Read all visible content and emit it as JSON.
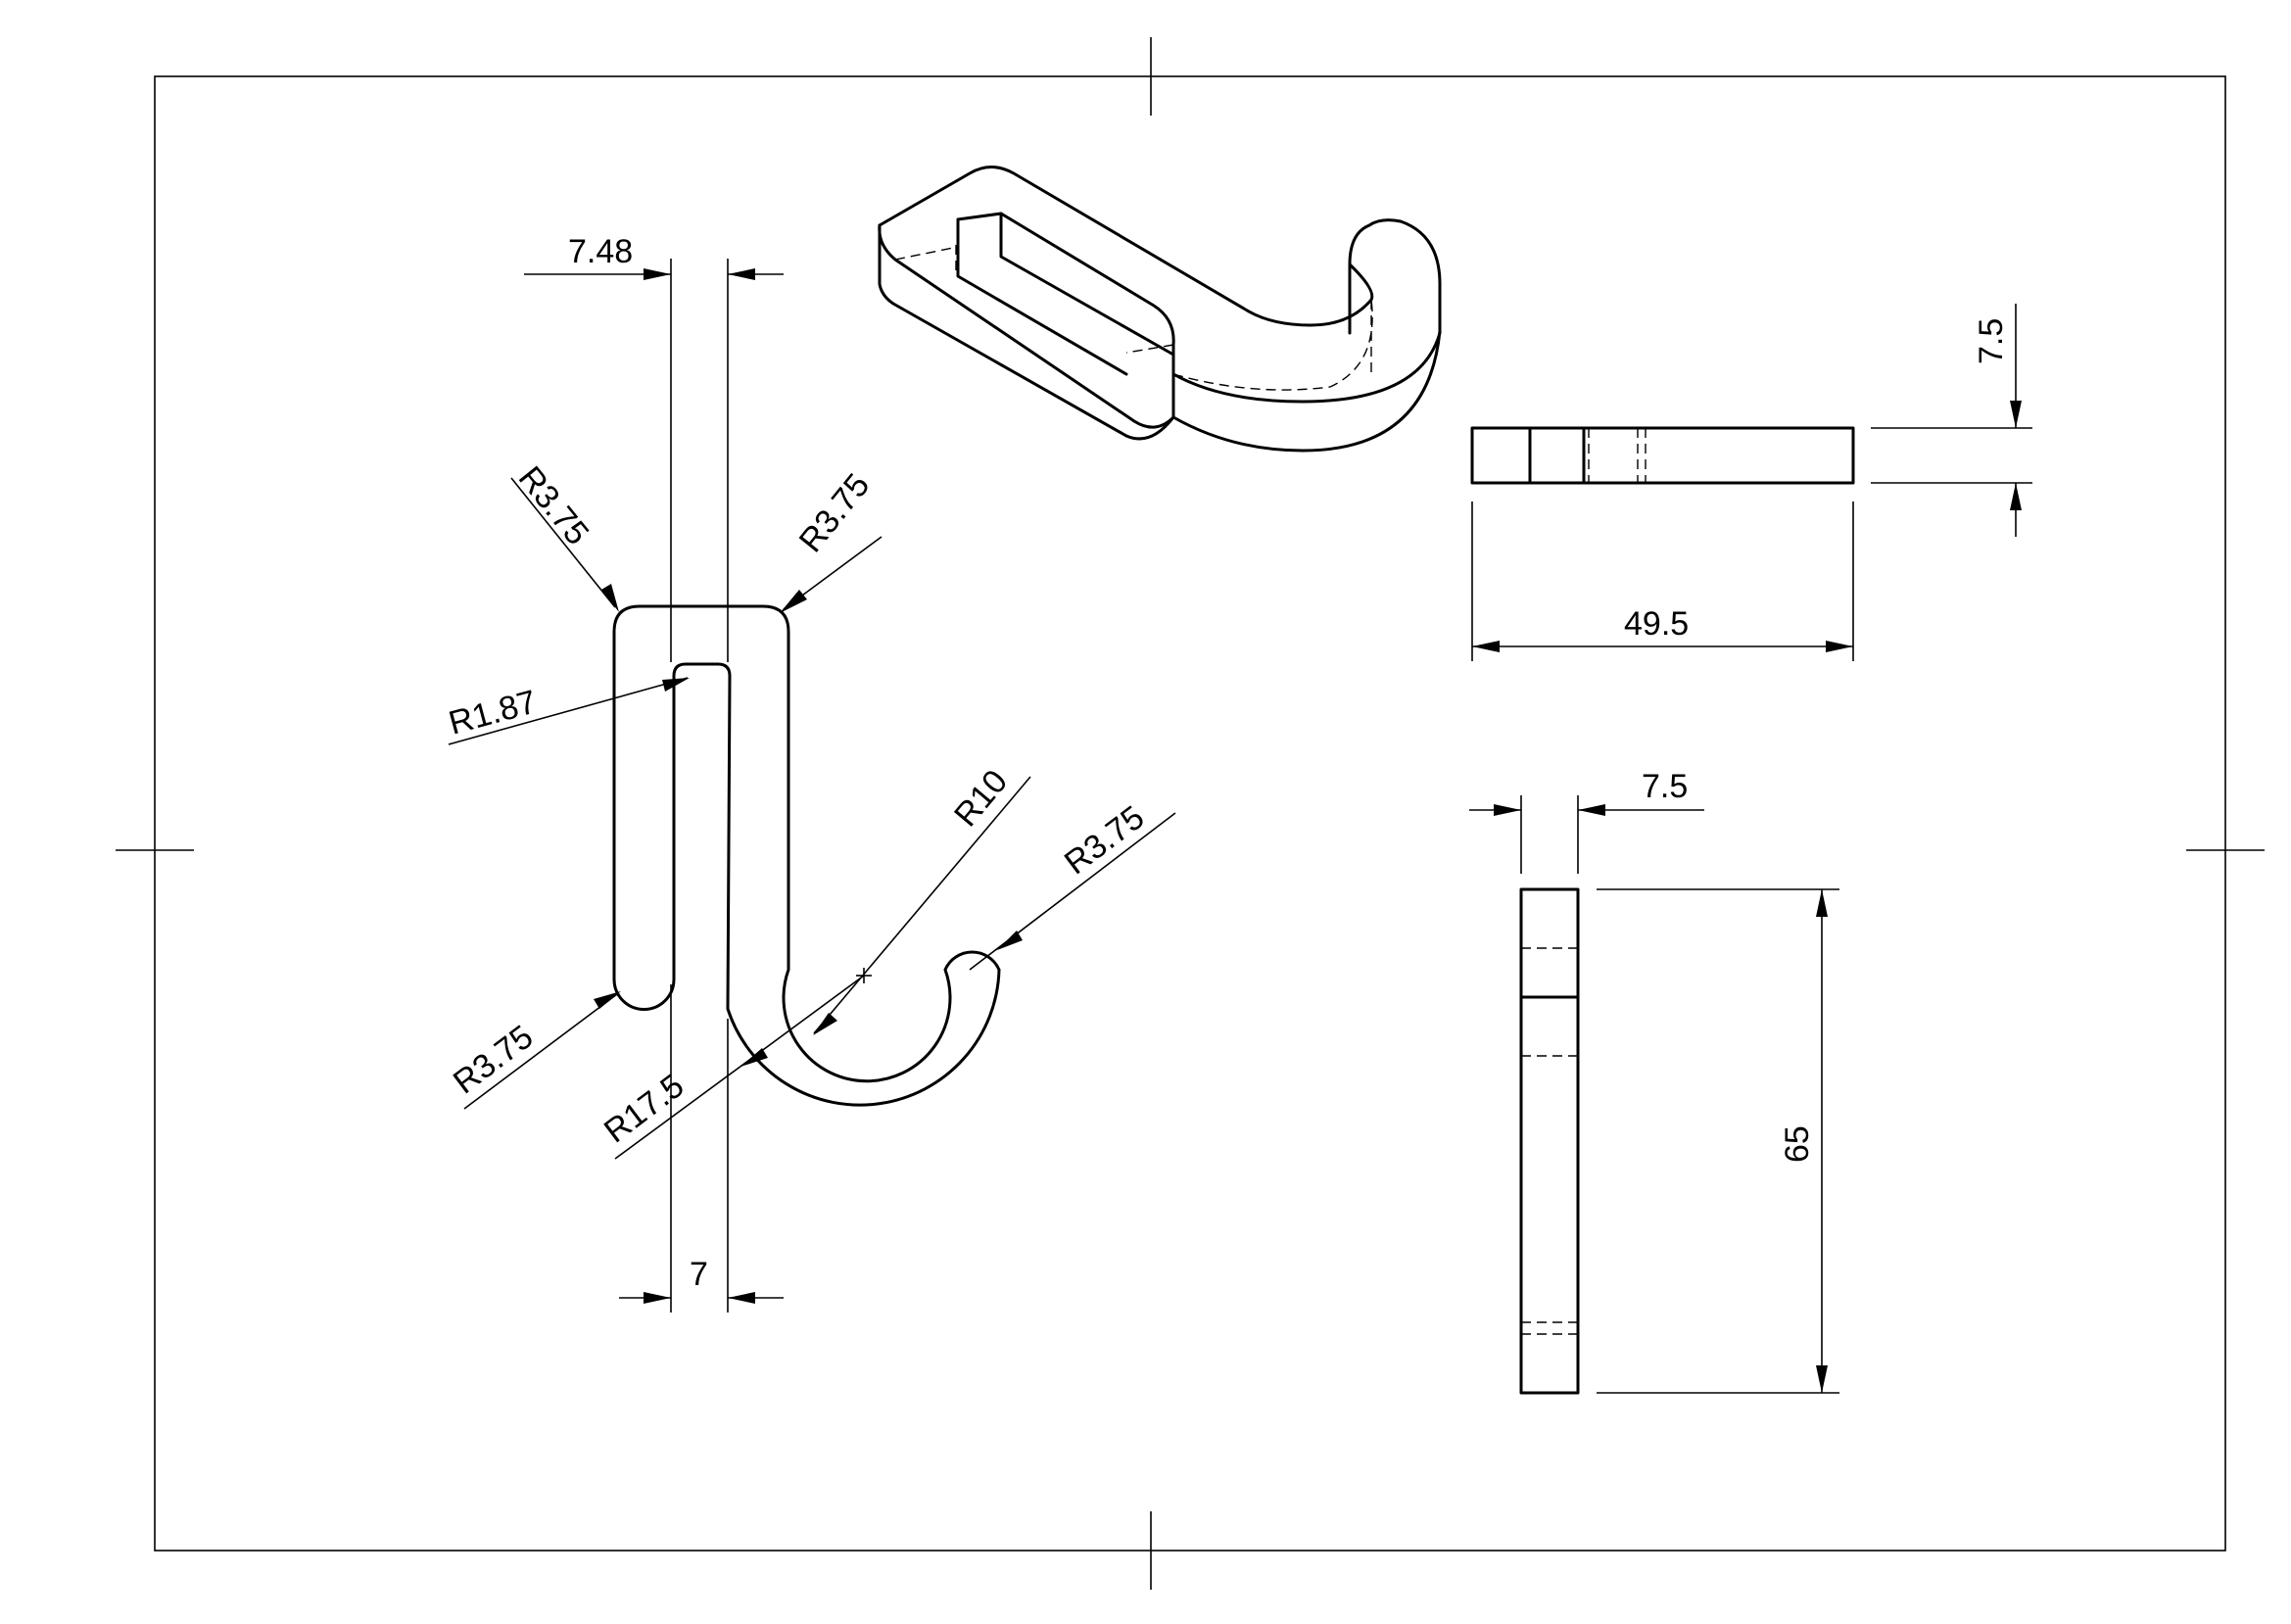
{
  "drawing": {
    "front_view": {
      "dims": {
        "top_width": "7.48",
        "bottom_width": "7",
        "r_top_left": "R3.75",
        "r_top_right": "R3.75",
        "r_inner": "R1.87",
        "r_bottom_left": "R3.75",
        "r_hook_inner": "R10",
        "r_hook_tip": "R3.75",
        "r_hook_outer": "R17.5"
      }
    },
    "top_view": {
      "dims": {
        "thickness": "7.5",
        "length": "49.5"
      }
    },
    "side_view": {
      "dims": {
        "thickness": "7.5",
        "height": "65"
      }
    }
  }
}
